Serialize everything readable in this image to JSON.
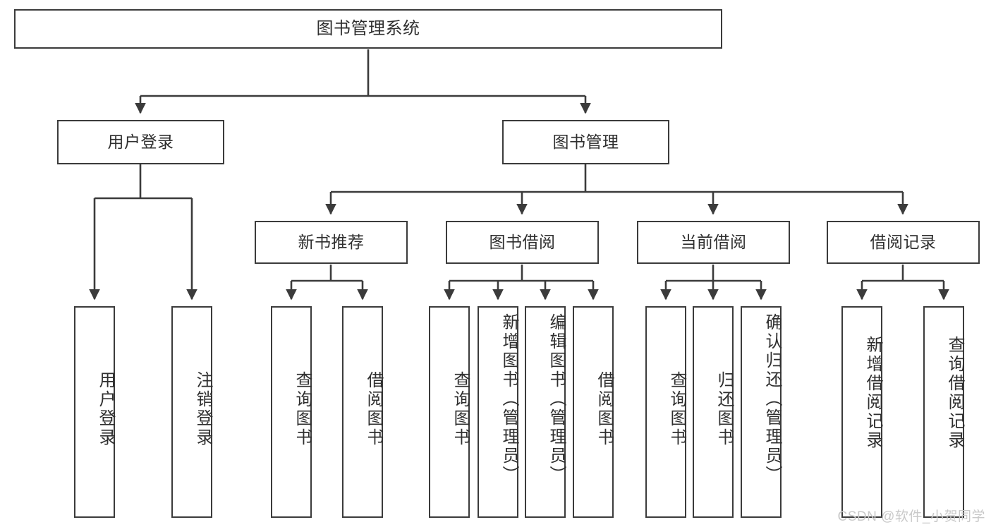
{
  "diagram": {
    "title": "图书管理系统",
    "type": "tree",
    "watermark": "CSDN @软件_小贺同学",
    "colors": {
      "box_border": "#3b3b3b",
      "box_fill": "#ffffff",
      "connector": "#3b3b3b",
      "text": "#2f2f2f",
      "watermark": "#c9c9c9"
    },
    "root": {
      "label": "图书管理系统"
    },
    "level2": [
      {
        "label": "用户登录"
      },
      {
        "label": "图书管理"
      }
    ],
    "level3": [
      {
        "label": "新书推荐"
      },
      {
        "label": "图书借阅"
      },
      {
        "label": "当前借阅"
      },
      {
        "label": "借阅记录"
      }
    ],
    "leaves": {
      "user_login": [
        {
          "label": "用户登录"
        },
        {
          "label": "注销登录"
        }
      ],
      "new_book": [
        {
          "label": "查询图书"
        },
        {
          "label": "借阅图书"
        }
      ],
      "book_borrow": [
        {
          "label": "查询图书"
        },
        {
          "label": "新增图书（管理员）"
        },
        {
          "label": "编辑图书（管理员）"
        },
        {
          "label": "借阅图书"
        }
      ],
      "current_borrow": [
        {
          "label": "查询图书"
        },
        {
          "label": "归还图书"
        },
        {
          "label": "确认归还（管理员）"
        }
      ],
      "borrow_record": [
        {
          "label": "新增借阅记录"
        },
        {
          "label": "查询借阅记录"
        }
      ]
    }
  }
}
